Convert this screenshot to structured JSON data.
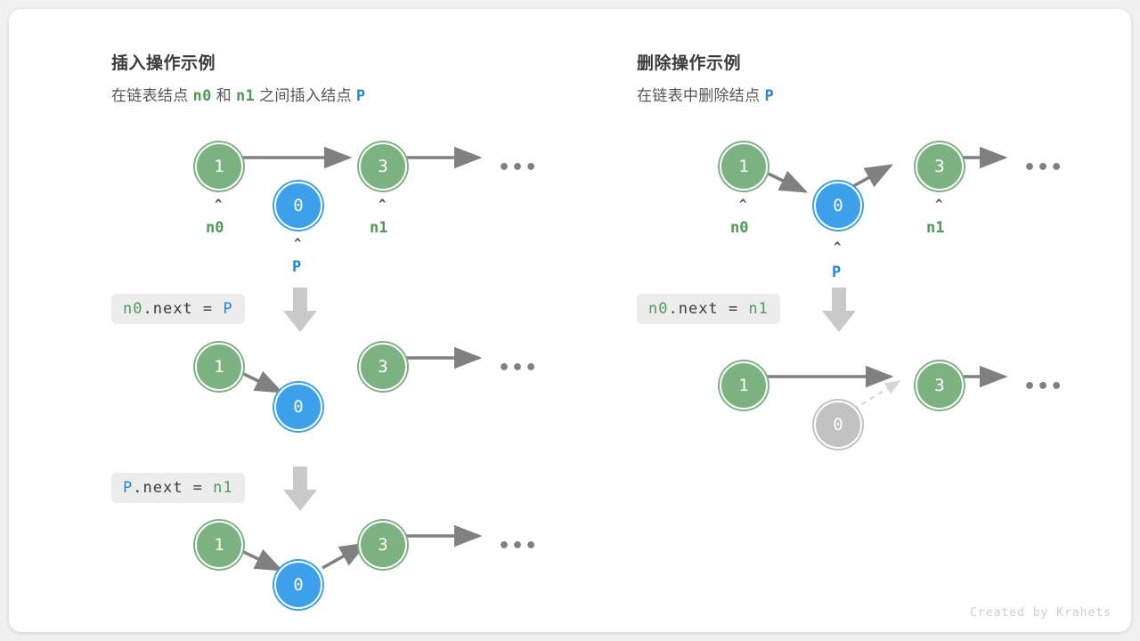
{
  "page": {
    "background": "#f0f0f0",
    "card_background": "#ffffff",
    "credit": "Created by Krahets"
  },
  "colors": {
    "node_green": "#7cb282",
    "node_blue": "#3ca0ea",
    "node_gray": "#c2c2c2",
    "label_green": "#4e9a56",
    "label_blue": "#1f87d6",
    "arrow_gray": "#808080",
    "badge_background": "#ececec",
    "down_arrow": "#c9c9c9"
  },
  "panels": [
    {
      "id": "insert",
      "title": "插入操作示例",
      "subtitle_parts": [
        {
          "text": "在链表结点 ",
          "style": "text"
        },
        {
          "text": "n0",
          "style": "green-mono"
        },
        {
          "text": " 和 ",
          "style": "text"
        },
        {
          "text": "n1",
          "style": "green-mono"
        },
        {
          "text": " 之间插入结点 ",
          "style": "text"
        },
        {
          "text": "P",
          "style": "blue-mono"
        }
      ],
      "steps": [
        {
          "step_label_parts": [
            {
              "text": "n0",
              "style": "green-mono"
            },
            {
              "text": ".next = ",
              "style": "op"
            },
            {
              "text": "P",
              "style": "blue-mono"
            }
          ]
        },
        {
          "step_label_parts": [
            {
              "text": "P",
              "style": "blue-mono"
            },
            {
              "text": ".next = ",
              "style": "op"
            },
            {
              "text": "n1",
              "style": "green-mono"
            }
          ]
        }
      ],
      "rows": [
        {
          "name": "initial-state",
          "nodes": [
            {
              "value": "1",
              "color": "green",
              "pointer": "n0",
              "pointer_color": "green"
            },
            {
              "value": "0",
              "color": "blue",
              "pointer": "P",
              "pointer_color": "blue"
            },
            {
              "value": "3",
              "color": "green",
              "pointer": "n1",
              "pointer_color": "green"
            }
          ],
          "ellipsis": "•••"
        },
        {
          "name": "after-n0-next-p",
          "nodes": [
            {
              "value": "1",
              "color": "green"
            },
            {
              "value": "0",
              "color": "blue"
            },
            {
              "value": "3",
              "color": "green"
            }
          ],
          "ellipsis": "•••"
        },
        {
          "name": "after-p-next-n1",
          "nodes": [
            {
              "value": "1",
              "color": "green"
            },
            {
              "value": "0",
              "color": "blue"
            },
            {
              "value": "3",
              "color": "green"
            }
          ],
          "ellipsis": "•••"
        }
      ]
    },
    {
      "id": "delete",
      "title": "删除操作示例",
      "subtitle_parts": [
        {
          "text": "在链表中删除结点 ",
          "style": "text"
        },
        {
          "text": "P",
          "style": "blue-mono"
        }
      ],
      "steps": [
        {
          "step_label_parts": [
            {
              "text": "n0",
              "style": "green-mono"
            },
            {
              "text": ".next = ",
              "style": "op"
            },
            {
              "text": "n1",
              "style": "green-mono"
            }
          ]
        }
      ],
      "rows": [
        {
          "name": "initial-state",
          "nodes": [
            {
              "value": "1",
              "color": "green",
              "pointer": "n0",
              "pointer_color": "green"
            },
            {
              "value": "0",
              "color": "blue",
              "pointer": "P",
              "pointer_color": "blue"
            },
            {
              "value": "3",
              "color": "green",
              "pointer": "n1",
              "pointer_color": "green"
            }
          ],
          "ellipsis": "•••"
        },
        {
          "name": "after-deletion",
          "nodes": [
            {
              "value": "1",
              "color": "green"
            },
            {
              "value": "0",
              "color": "gray"
            },
            {
              "value": "3",
              "color": "green"
            }
          ],
          "ellipsis": "•••"
        }
      ]
    }
  ],
  "caret_glyph": "^"
}
